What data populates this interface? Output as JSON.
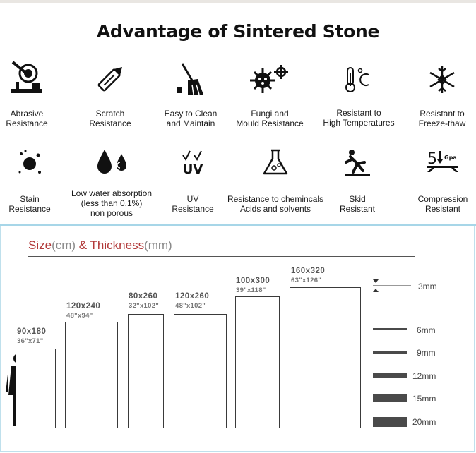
{
  "title": "Advantage of Sintered Stone",
  "features": [
    {
      "icon": "saw-icon",
      "label": "Abrasive\nResistance"
    },
    {
      "icon": "knife-icon",
      "label": "Scratch\nResistance"
    },
    {
      "icon": "broom-icon",
      "label": "Easy to Clean\nand Maintain"
    },
    {
      "icon": "virus-icon",
      "label": "Fungi and\nMould Resistance"
    },
    {
      "icon": "thermometer-icon",
      "label": "Resistant to\nHigh Temperatures"
    },
    {
      "icon": "snowflake-icon",
      "label": "Resistant to\nFreeze-thaw"
    },
    {
      "icon": "stain-icon",
      "label": "Stain\nResistance"
    },
    {
      "icon": "water-drops-icon",
      "label": "Low water absorption\n(less than 0.1%)\nnon porous"
    },
    {
      "icon": "uv-icon",
      "label": "UV\nResistance",
      "glyph": "UV"
    },
    {
      "icon": "flask-icon",
      "label": "Resistance to cheminca​ls\nAcids and solvents"
    },
    {
      "icon": "slip-icon",
      "label": "Skid\nResistant"
    },
    {
      "icon": "compression-icon",
      "label": "Compression\nResistant",
      "glyph_value": "5",
      "glyph_unit": "Gpa"
    }
  ],
  "sizes": {
    "heading_main": "Size",
    "heading_cm": "(cm)",
    "heading_amp": " & Thickness",
    "heading_mm": "(mm)",
    "slabs": [
      {
        "cm": "90x180",
        "inch": "36\"x71\""
      },
      {
        "cm": "120x240",
        "inch": "48\"x94\""
      },
      {
        "cm": "80x260",
        "inch": "32\"x102\""
      },
      {
        "cm": "120x260",
        "inch": "48\"x102\""
      },
      {
        "cm": "100x300",
        "inch": "39\"x118\""
      },
      {
        "cm": "160x320",
        "inch": "63\"x126\""
      }
    ],
    "thicknesses": [
      "3mm",
      "6mm",
      "9mm",
      "12mm",
      "15mm",
      "20mm"
    ]
  }
}
